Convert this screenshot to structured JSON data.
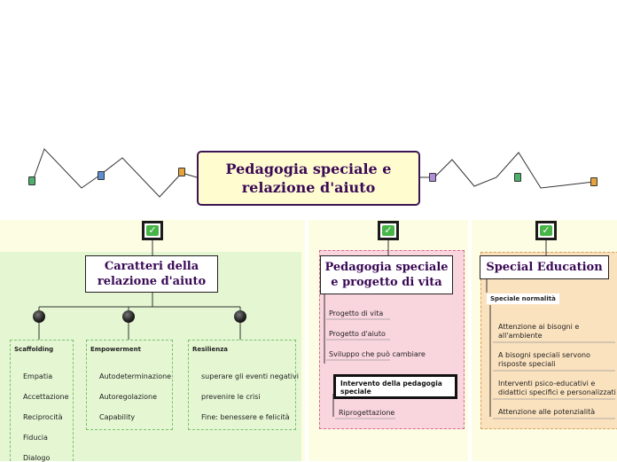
{
  "central_topic": {
    "line1": "Pedagogia speciale  e",
    "line2": "relazione d'aiuto"
  },
  "left_branch": {
    "title_line1": "Caratteri della",
    "title_line2": "relazione d'aiuto",
    "groups": [
      {
        "title": "Scaffolding",
        "items": [
          "Empatia",
          "Accettazione",
          "Reciprocità",
          "Fiducia",
          "Dialogo"
        ]
      },
      {
        "title": "Empowerment",
        "items": [
          "Autodeterminazione",
          "Autoregolazione",
          "Capability"
        ]
      },
      {
        "title": "Resilienza",
        "items": [
          "superare gli eventi negativi",
          "prevenire le crisi",
          "Fine: benessere e felicità"
        ]
      }
    ]
  },
  "middle_branch": {
    "title_line1": "Pedagogia speciale",
    "title_line2": "e progetto di vita",
    "items": [
      "Progetto di vita",
      "Progetto d'aiuto",
      "Sviluppo che può cambiare"
    ],
    "sub_box_line1": "Intervento della pedagogia",
    "sub_box_line2": "speciale",
    "sub_item": "Riprogettazione"
  },
  "right_branch": {
    "title": "Special Education",
    "group_title": "Speciale normalità",
    "items": [
      {
        "line1": "Attenzione ai bisogni e",
        "line2": "all'ambiente"
      },
      {
        "line1": "A bisogni speciali servono",
        "line2": "risposte speciali"
      },
      {
        "line1": "Interventi psico-educativi e",
        "line2": "didattici specifici e personalizzati"
      },
      {
        "line1": "Attenzione alle potenzialità",
        "line2": ""
      }
    ]
  },
  "check_glyph": "✓",
  "colors": {
    "title_text": "#3a0a55",
    "check_green": "#47b547",
    "left_panel": "#e4f6d2",
    "middle_panel": "#f9d5de",
    "right_panel": "#fbe2bf",
    "central_fill": "#fffdd0"
  },
  "icons": [
    "green-note-icon",
    "blue-note-icon",
    "orange-note-icon",
    "purple-note-icon",
    "green-note-icon",
    "orange-note-icon"
  ]
}
